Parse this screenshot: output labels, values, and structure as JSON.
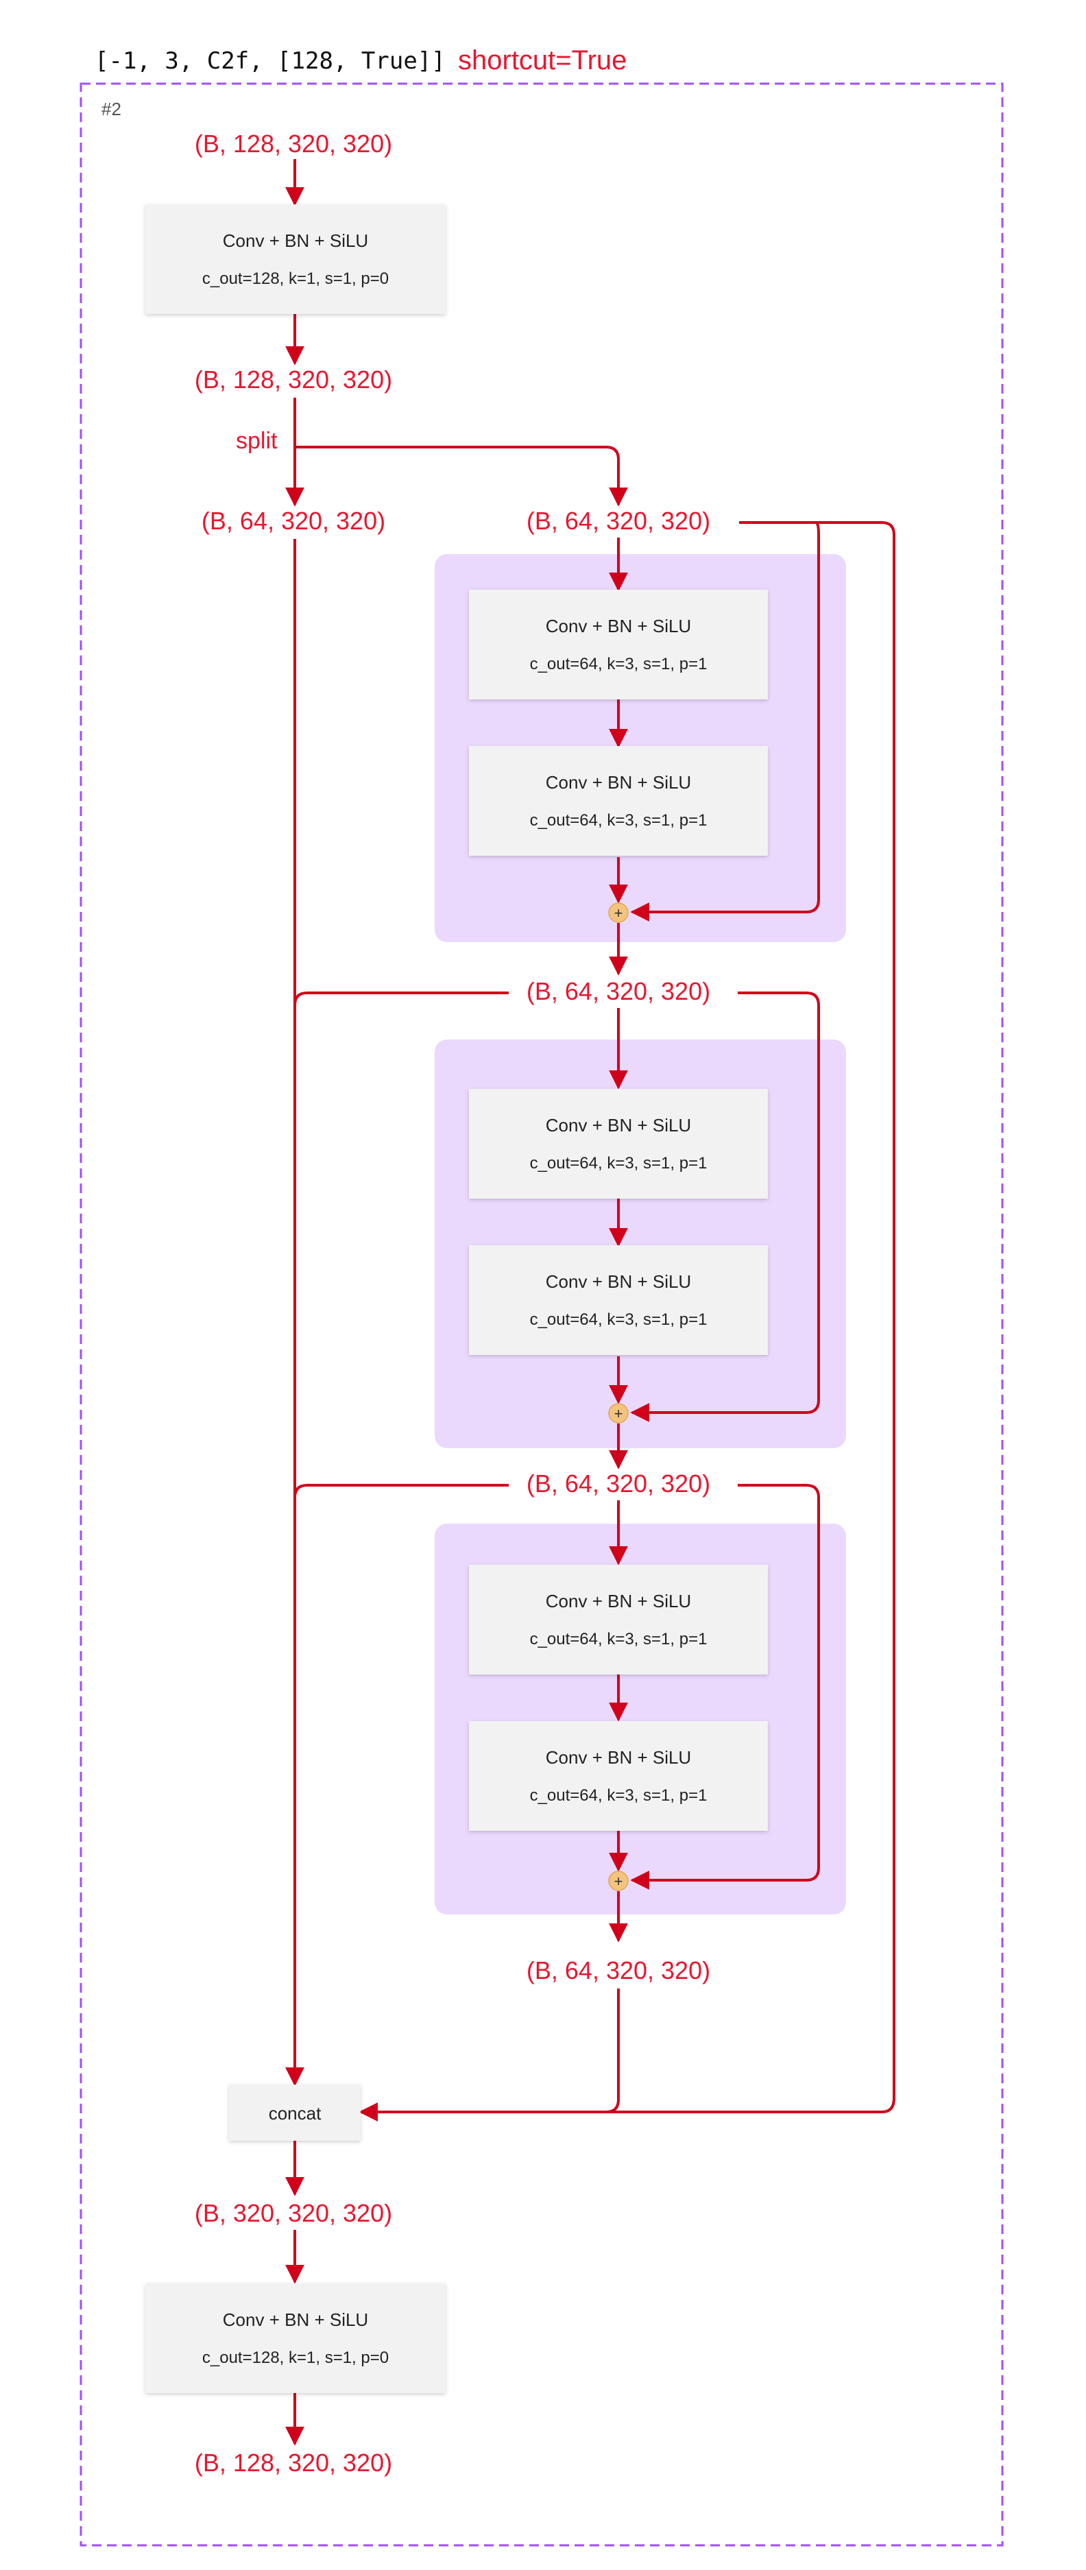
{
  "header": {
    "layer_spec": "[-1, 3, C2f, [128, True]]",
    "shortcut_note": "shortcut=True"
  },
  "block": {
    "index_label": "#2"
  },
  "colors": {
    "accent_red": "#e8162e",
    "frame_purple": "#a34dff",
    "bottleneck_fill": "#ead9fd",
    "box_fill": "#f2f2f2",
    "add_node": "#f4c47e"
  },
  "shapes": {
    "s_in": "(B,  128,  320, 320)",
    "s_cv1": "(B,  128,  320, 320)",
    "s_split_a": "(B,  64,  320, 320)",
    "s_split_b": "(B,  64,  320, 320)",
    "s_m1": "(B,  64,  320, 320)",
    "s_m2": "(B,  64,  320, 320)",
    "s_m3": "(B,  64,  320, 320)",
    "s_cat": "(B,  320,  320, 320)",
    "s_out": "(B,  128,  320, 320)"
  },
  "labels": {
    "split": "split",
    "concat": "concat"
  },
  "boxes": {
    "cv1": {
      "title": "Conv + BN + SiLU",
      "params": "c_out=128,  k=1,  s=1,  p=0"
    },
    "b1a": {
      "title": "Conv + BN + SiLU",
      "params": "c_out=64,  k=3,  s=1,  p=1"
    },
    "b1b": {
      "title": "Conv + BN + SiLU",
      "params": "c_out=64,  k=3,  s=1,  p=1"
    },
    "b2a": {
      "title": "Conv + BN + SiLU",
      "params": "c_out=64,  k=3,  s=1,  p=1"
    },
    "b2b": {
      "title": "Conv + BN + SiLU",
      "params": "c_out=64,  k=3,  s=1,  p=1"
    },
    "b3a": {
      "title": "Conv + BN + SiLU",
      "params": "c_out=64,  k=3,  s=1,  p=1"
    },
    "b3b": {
      "title": "Conv + BN + SiLU",
      "params": "c_out=64,  k=3,  s=1,  p=1"
    },
    "cv2": {
      "title": "Conv + BN + SiLU",
      "params": "c_out=128,  k=1,  s=1,  p=0"
    }
  },
  "add_symbol": "+"
}
